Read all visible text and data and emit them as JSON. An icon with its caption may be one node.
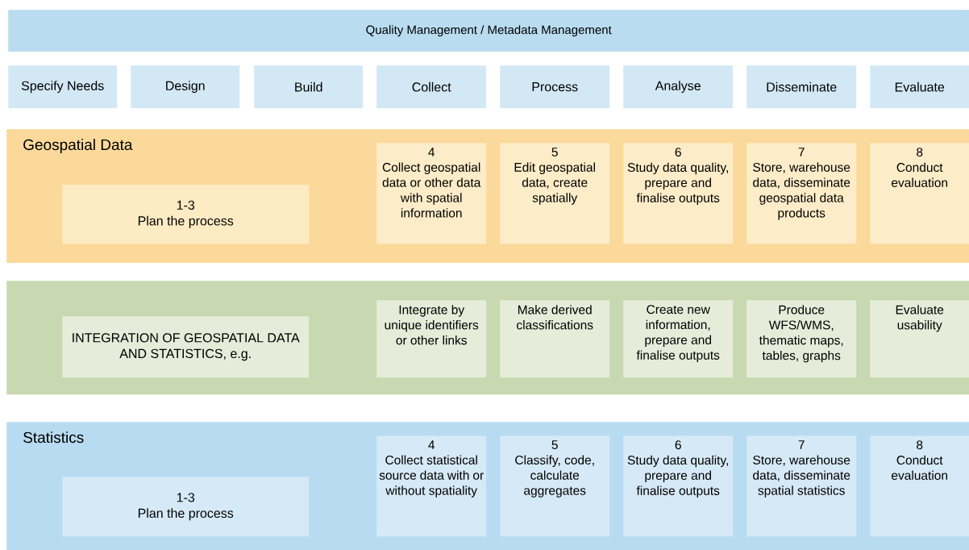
{
  "diagram": {
    "nodes": [
      {
        "text": [
          "Quality Management / Metadata Management"
        ]
      },
      {
        "text": [
          "Specify Needs"
        ]
      },
      {
        "text": [
          "Design"
        ]
      },
      {
        "text": [
          "Build"
        ]
      },
      {
        "text": [
          "Collect"
        ]
      },
      {
        "text": [
          "Process"
        ]
      },
      {
        "text": [
          "Analyse"
        ]
      },
      {
        "text": [
          "Disseminate"
        ]
      },
      {
        "text": [
          "Evaluate"
        ]
      },
      {
        "text": [
          "Geospatial Data"
        ]
      },
      {
        "text": [
          "1-3",
          "Plan the process"
        ],
        "in": 9
      },
      {
        "text": [
          "4",
          "Collect geospatial data or other data with spatial information"
        ],
        "in": 9
      },
      {
        "text": [
          "5",
          "Edit geospatial data, create spatially"
        ],
        "in": 9
      },
      {
        "text": [
          "6",
          "Study data quality, prepare and finalise outputs"
        ],
        "in": 9
      },
      {
        "text": [
          "7",
          "Store, warehouse data, disseminate geospatial data products"
        ],
        "in": 9
      },
      {
        "text": [
          "8",
          "Conduct evaluation"
        ],
        "in": 9
      },
      {
        "text": [],
        "shape": "box"
      },
      {
        "text": [
          "INTEGRATION OF GEOSPATIAL DATA AND STATISTICS, e.g."
        ],
        "in": 16
      },
      {
        "text": [
          "Integrate by unique identifiers or other links"
        ],
        "in": 16
      },
      {
        "text": [
          "Make derived classifications"
        ],
        "in": 16
      },
      {
        "text": [
          "Create new information, prepare and finalise outputs"
        ],
        "in": 16
      },
      {
        "text": [
          "Produce WFS/WMS, thematic maps, tables, graphs"
        ],
        "in": 16
      },
      {
        "text": [
          "Evaluate usability"
        ],
        "in": 16
      },
      {
        "text": [
          "Statistics"
        ]
      },
      {
        "text": [
          "1-3",
          "Plan the process"
        ],
        "in": 23
      },
      {
        "text": [
          "4",
          "Collect statistical source data with or without spatiality"
        ],
        "in": 23
      },
      {
        "text": [
          "5",
          "Classify, code, calculate aggregates"
        ],
        "in": 23
      },
      {
        "text": [
          "6",
          "Study data quality, prepare and finalise outputs"
        ],
        "in": 23
      },
      {
        "text": [
          "7",
          "Store, warehouse data, disseminate spatial statistics"
        ],
        "in": 23
      },
      {
        "text": [
          "8",
          "Conduct evaluation"
        ],
        "in": 23
      }
    ]
  }
}
